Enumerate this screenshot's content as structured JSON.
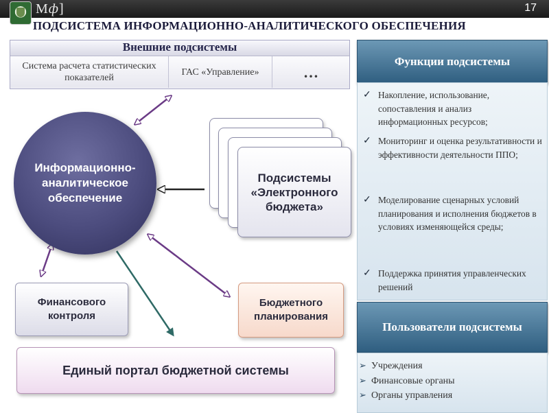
{
  "header": {
    "brand": "М",
    "brand_phi": "ф",
    "brand_tail": "]",
    "page_number": "17"
  },
  "title": "ПОДСИСТЕМА ИНФОРМАЦИОННО-АНАЛИТИЧЕСКОГО ОБЕСПЕЧЕНИЯ",
  "external": {
    "title": "Внешние подсистемы",
    "cells": [
      "Система расчета статистических показателей",
      "ГАС «Управление»",
      "…"
    ]
  },
  "circle_label": "Информационно-аналитическое обеспечение",
  "cards_label": "Подсистемы «Электронного бюджета»",
  "boxes": {
    "financial_control": "Финансового контроля",
    "budget_planning": "Бюджетного планирования",
    "portal": "Единый портал бюджетной системы"
  },
  "functions": {
    "title": "Функции подсистемы",
    "items": [
      "Накопление, использование, сопоставления и анализ информационных ресурсов;",
      "Мониторинг и оценка результативности и эффективности деятельности ППО;",
      "Моделирование сценарных условий планирования и исполнения бюджетов в условиях изменяющейся среды;",
      "Поддержка принятия управленческих решений"
    ]
  },
  "users": {
    "title": "Пользователи подсистемы",
    "items": [
      "Учреждения",
      "Финансовые органы",
      "Органы управления"
    ]
  },
  "colors": {
    "circle": "#4c4c7e",
    "panel_header": "#2f5e80",
    "arrow_purple": "#6b3b86",
    "arrow_teal": "#2f6a66"
  }
}
